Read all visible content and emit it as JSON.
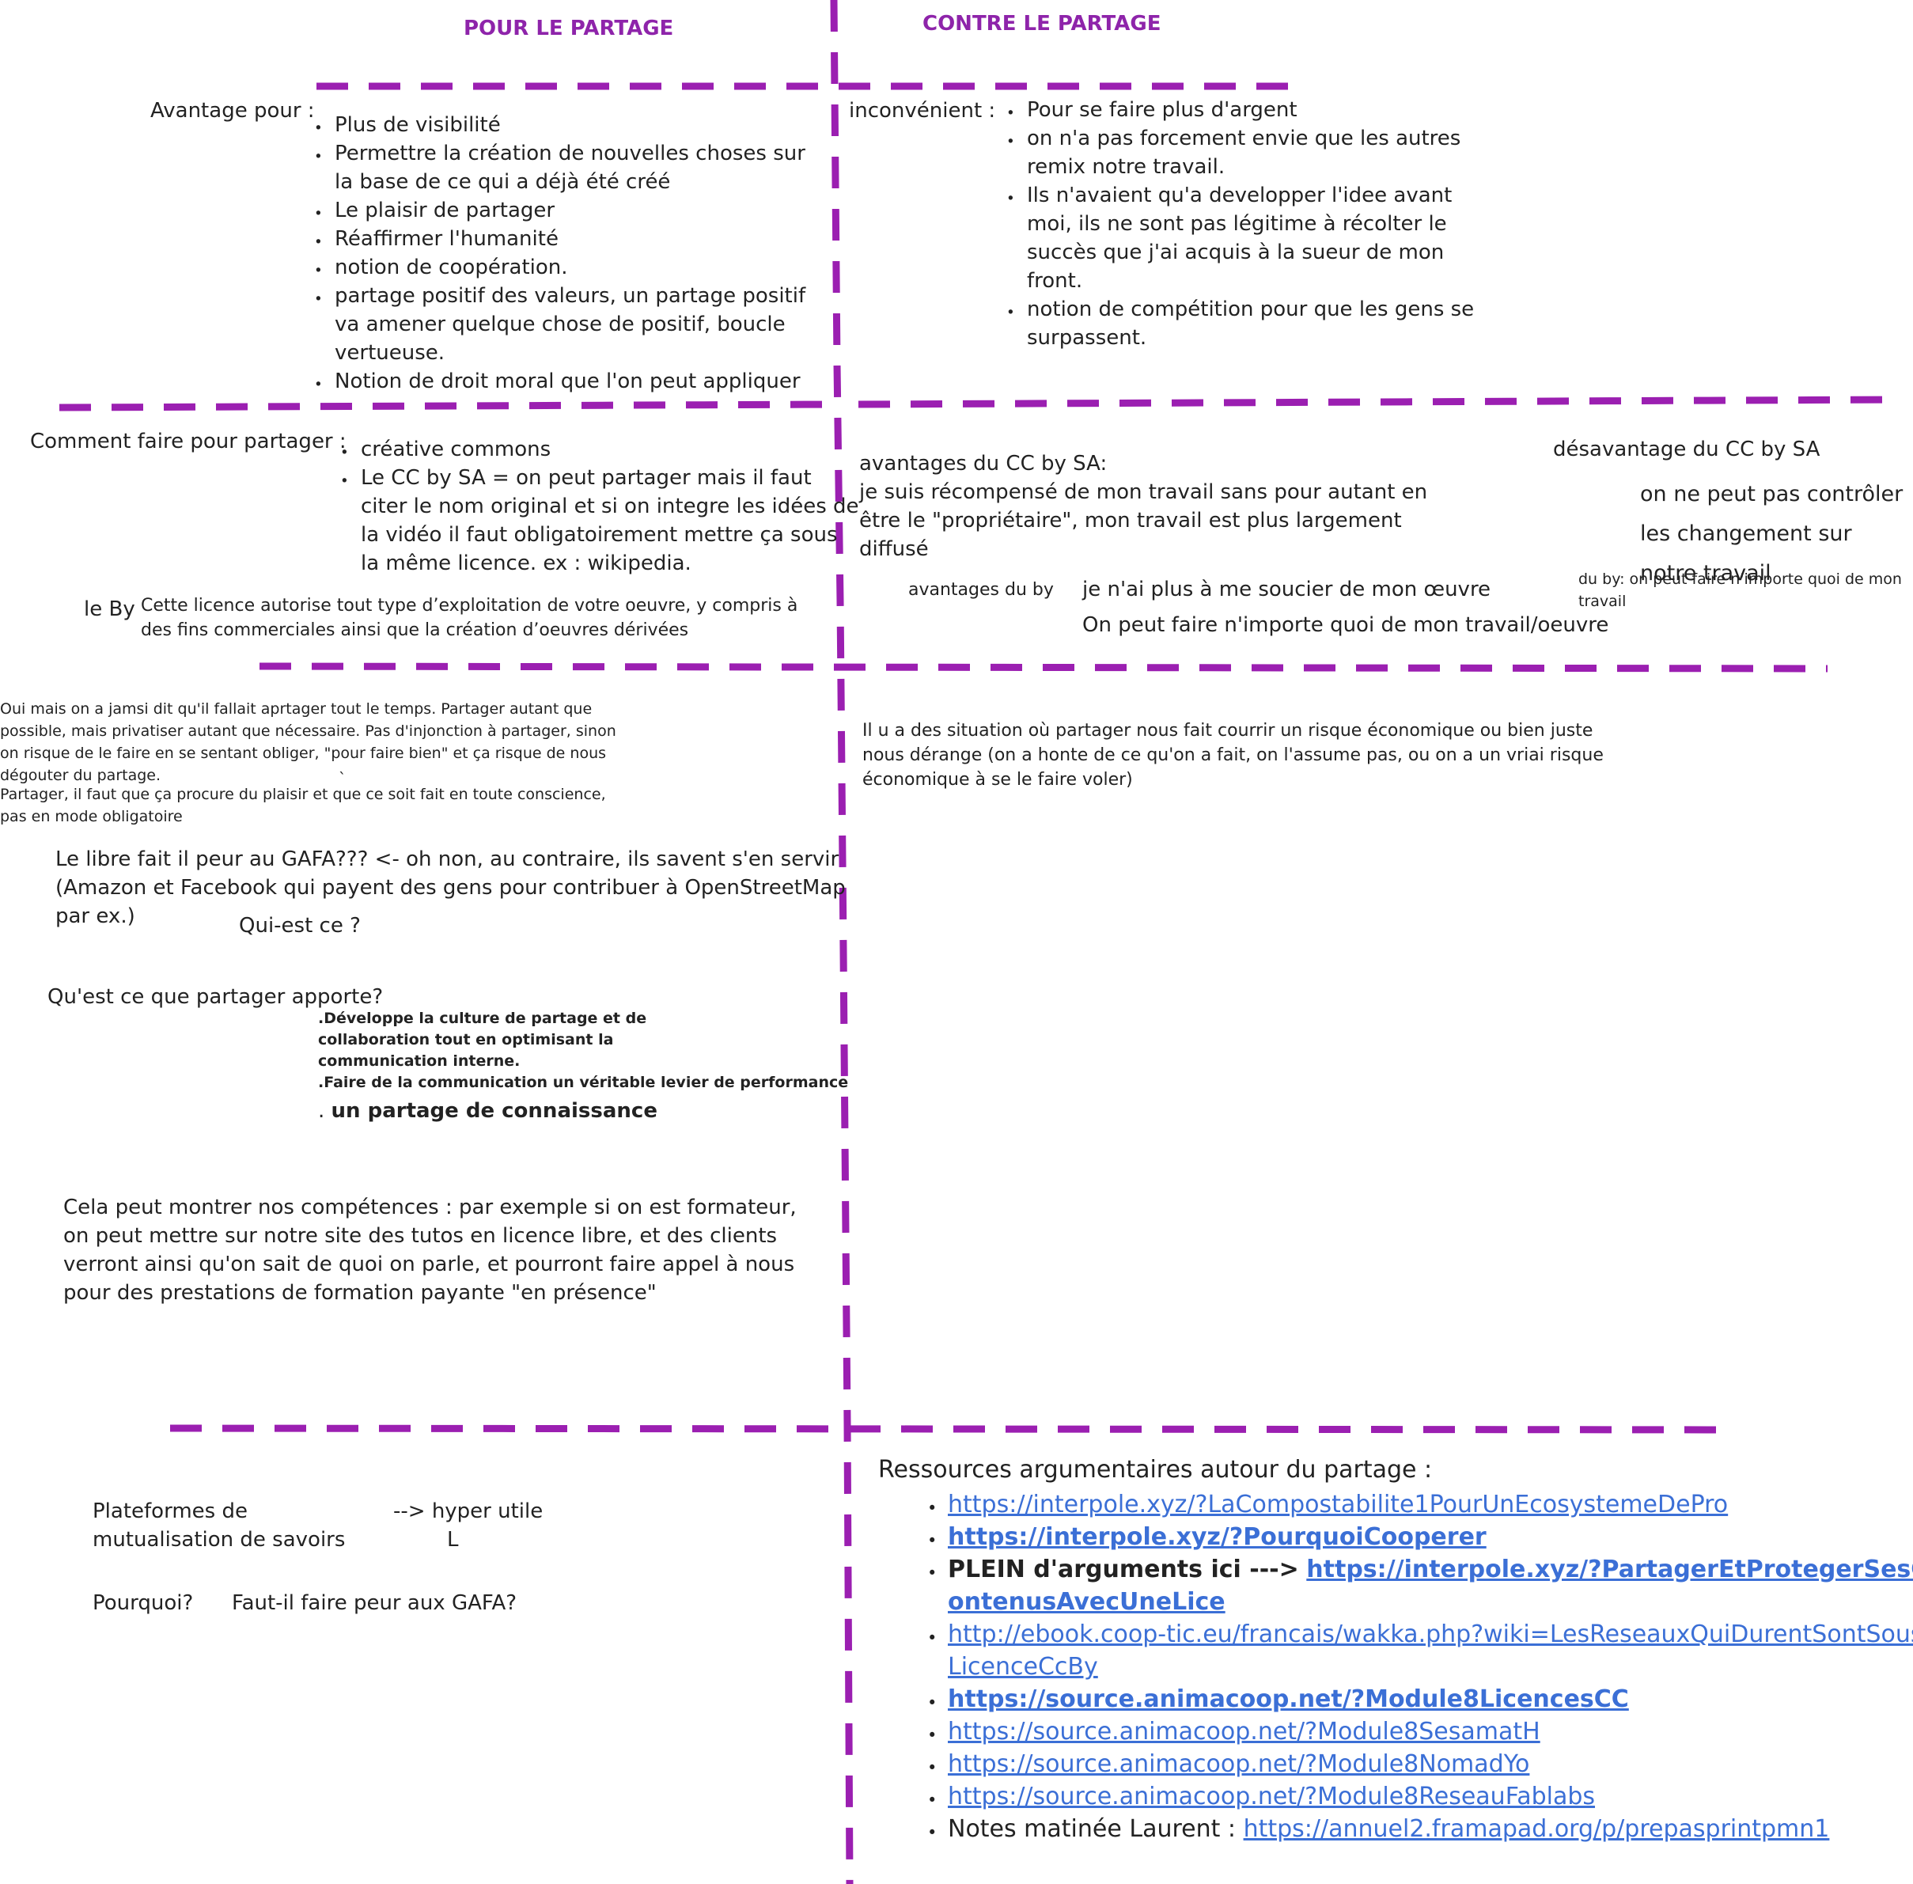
{
  "headers": {
    "pour": "POUR LE PARTAGE",
    "contre": "CONTRE LE PARTAGE"
  },
  "q1": {
    "label": "Avantage pour :",
    "items": [
      "Plus de visibilité",
      "Permettre la création de nouvelles choses sur la base de ce qui a déjà été créé",
      "Le plaisir de partager",
      "Réaffirmer l'humanité",
      "notion de coopération.",
      "partage positif des valeurs, un partage positif va amener quelque chose de positif, boucle vertueuse.",
      "Notion de droit moral que l'on peut appliquer"
    ]
  },
  "q2": {
    "label": "inconvénient :",
    "items": [
      "Pour se faire plus d'argent",
      "on n'a pas forcement envie que les autres remix notre travail.",
      "Ils n'avaient qu'a developper l'idee avant moi, ils ne sont pas légitime à récolter le succès que j'ai acquis à la sueur de mon front.",
      "notion de compétition pour que les gens se surpassent."
    ]
  },
  "q3": {
    "label": "Comment faire pour partager :",
    "items": [
      "créative commons",
      "Le CC by SA = on peut partager mais il faut citer le nom original et si on integre les idées de la vidéo il faut obligatoirement mettre ça sous la même licence. ex : wikipedia."
    ],
    "by_label": "le By",
    "by_text": "Cette licence autorise tout type d’exploitation de votre oeuvre, y compris à des fins commerciales ainsi que la création d’oeuvres dérivées"
  },
  "q4": {
    "cc_title": "avantages du CC by SA:",
    "cc_text": "je suis récompensé de mon travail sans pour autant en être le \"propriétaire\", mon travail est plus largement diffusé",
    "by_label": "avantages du by",
    "by_line1": "je n'ai plus à me soucier de mon œuvre",
    "by_line2": "On peut faire n'importe quoi de mon travail/oeuvre",
    "dis_title": "désavantage du CC by SA",
    "dis_text": "on ne peut pas contrôler les changement sur notre travail",
    "dis_by": "du by: on peut faire n'importe quoi de mon travail"
  },
  "q5": {
    "note1": "Oui  mais on a jamsi dit qu'il fallait aprtager tout le temps. Partager autant que possible, mais privatiser autant que nécessaire. Pas d'injonction à partager, sinon on risque de le faire en se sentant obliger, \"pour faire bien\" et ça risque de nous dégouter du partage.",
    "dot": "`",
    "note2": "Partager, il faut que ça procure du plaisir et que ce soit fait en toute conscience, pas en mode obligatoire",
    "gafa": "Le libre fait il peur au GAFA??? <- oh non, au contraire, ils savent s'en servir (Amazon et Facebook qui payent des gens pour contribuer à OpenStreetMap par ex.)",
    "quiest": "Qui-est ce  ?",
    "apporte": "Qu'est ce que partager apporte?",
    "b1": ".Développe la culture de partage et de collaboration tout en optimisant la communication interne.",
    "b2": ".Faire de la communication un véritable levier de performance",
    "b3_prefix": ". ",
    "b3": "un partage de connaissance",
    "competences": "Cela peut montrer nos compétences : par exemple si on est formateur, on peut mettre sur notre site des tutos en licence libre, et des clients verront ainsi qu'on sait de quoi on parle, et pourront faire appel à nous pour des prestations de formation payante \"en présence\""
  },
  "q6": {
    "text": "Il u a des situation où partager nous fait courrir un risque économique ou bien juste nous dérange (on a honte de ce qu'on a fait, on l'assume pas, ou on a un vriai risque économique à se le faire voler)"
  },
  "q7": {
    "plateformes": "Plateformes de mutualisation de savoirs",
    "hyper": "--> hyper utile",
    "L": "L",
    "pourquoi": "Pourquoi?",
    "peur": "Faut-il faire peur aux GAFA?"
  },
  "q8": {
    "title": "Ressources argumentaires autour du partage :",
    "links": [
      "https://interpole.xyz/?LaCompostabilite1PourUnEcosystemeDePro",
      "https://interpole.xyz/?PourquoiCooperer",
      "https://interpole.xyz/?PartagerEtProtegerSesContenusAvecUneLice",
      "http://ebook.coop-tic.eu/francais/wakka.php?wiki=LesReseauxQuiDurentSontSousLicenceCcBy",
      "https://source.animacoop.net/?Module8LicencesCC",
      "https://source.animacoop.net/?Module8SesamatH",
      "https://source.animacoop.net/?Module8NomadYo",
      "https://source.animacoop.net/?Module8ReseauFablabs",
      "https://annuel2.framapad.org/p/prepasprintpmn1"
    ],
    "plein_prefix": "PLEIN d'arguments ici --->",
    "notes_prefix": "Notes matinée Laurent :"
  },
  "colors": {
    "accent": "#9b1fb1",
    "link": "#3b6fd6",
    "text": "#222222"
  }
}
